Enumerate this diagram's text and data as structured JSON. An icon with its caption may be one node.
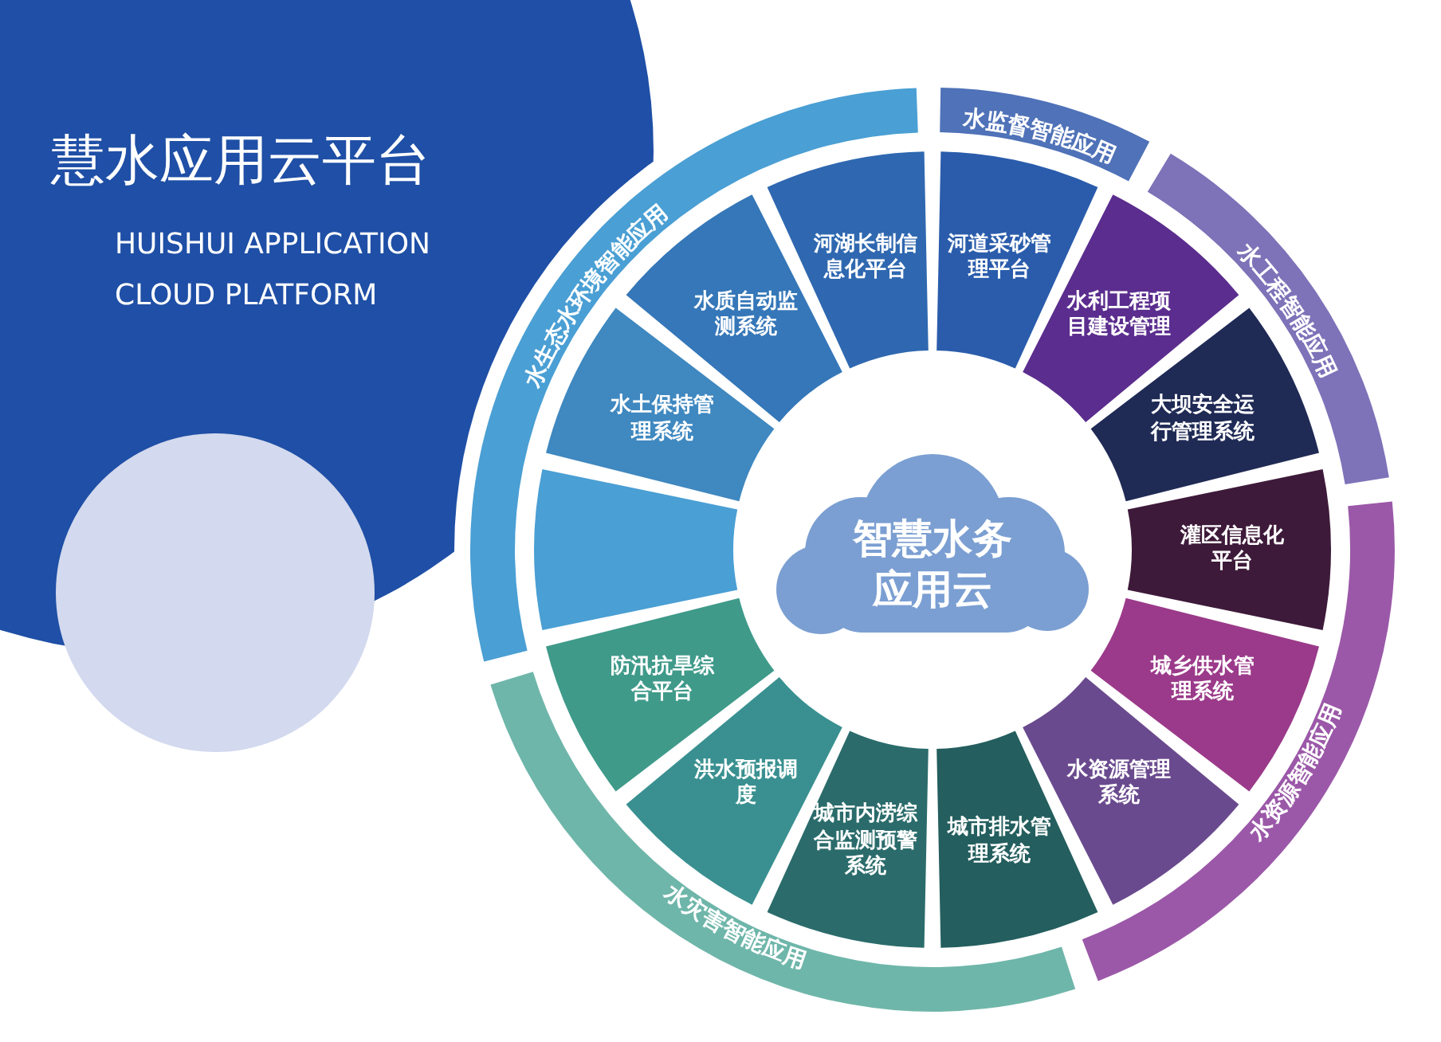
{
  "diagram": {
    "title": "慧水应用云平台",
    "nodes": [
      {
        "text": [
          "水监督智能应用"
        ]
      },
      {
        "text": [
          "水工程智能应用"
        ]
      },
      {
        "text": [
          "水资源智能应用"
        ]
      },
      {
        "text": [
          "水灾害智能应用"
        ]
      },
      {
        "text": [
          "水生态水环境智能应用"
        ]
      },
      {
        "text": [
          "河道采砂管理平台"
        ]
      },
      {
        "text": [
          "水利工程项目建设管理"
        ]
      },
      {
        "text": [
          "大坝安全运行管理系统"
        ]
      },
      {
        "text": [
          "灌区信息化平台"
        ]
      },
      {
        "text": [
          "城乡供水管理系统"
        ]
      },
      {
        "text": [
          "水资源管理系统"
        ]
      },
      {
        "text": [
          "城市排水管理系统"
        ]
      },
      {
        "text": [
          "城市内涝综合监测预警系统"
        ]
      },
      {
        "text": [
          "洪水预报调度"
        ]
      },
      {
        "text": [
          "防汛抗旱综合平台"
        ]
      },
      {
        "text": [],
        "shape": "box"
      },
      {
        "text": [
          "水土保持管理系统"
        ]
      },
      {
        "text": [
          "水质自动监测系统"
        ]
      },
      {
        "text": [
          "河湖长制信息化平台"
        ]
      },
      {
        "text": [
          "智慧水务应用云"
        ]
      }
    ],
    "edges": [],
    "labels": [
      "HUISHUI APPLICATION CLOUD PLATFORM"
    ]
  }
}
